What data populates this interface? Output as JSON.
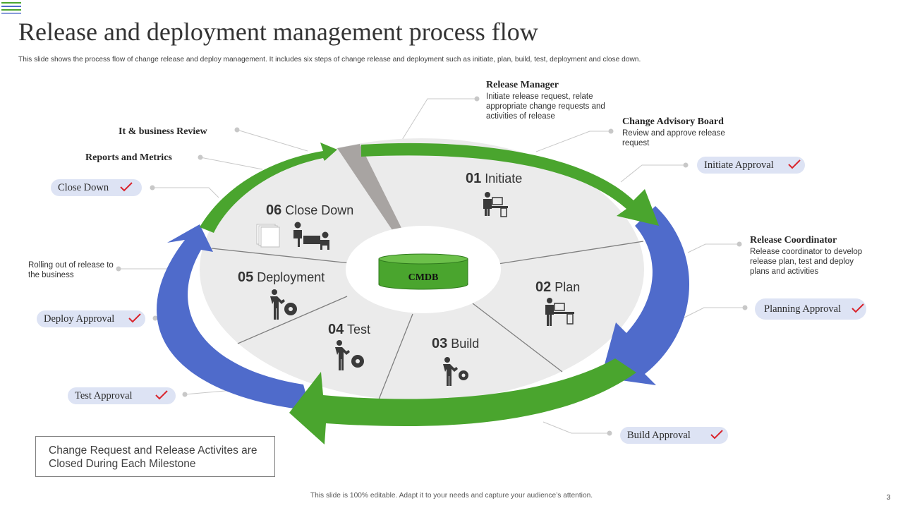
{
  "title": "Release and deployment management process flow",
  "subtitle": "This slide shows the process flow of change release and deploy management.  It includes six steps of change release and deployment such as initiate, plan, build, test, deployment and close down.",
  "center_label": "CMDB",
  "steps": [
    {
      "number": "01",
      "label": "Initiate"
    },
    {
      "number": "02",
      "label": "Plan"
    },
    {
      "number": "03",
      "label": "Build"
    },
    {
      "number": "04",
      "label": "Test"
    },
    {
      "number": "05",
      "label": "Deployment"
    },
    {
      "number": "06",
      "label": "Close Down"
    }
  ],
  "roles": [
    {
      "title": "Release Manager",
      "description": "Initiate release request, relate appropriate change requests and activities of release"
    },
    {
      "title": "Change Advisory Board",
      "description": "Review and approve release request"
    },
    {
      "title": "Release Coordinator",
      "description": "Release coordinator to develop release plan, test and deploy plans and activities"
    }
  ],
  "left_labels": {
    "it_business_review": "It & business Review",
    "reports_metrics": "Reports and Metrics",
    "rolling_out": "Rolling out of release to the business"
  },
  "approvals": {
    "initiate": "Initiate Approval",
    "planning": "Planning Approval",
    "build": "Build Approval",
    "test": "Test Approval",
    "deploy": "Deploy Approval",
    "close_down": "Close Down"
  },
  "note": "Change Request and Release Activites are Closed During Each Milestone",
  "footer": "This slide is 100% editable.  Adapt it to your needs and capture your audience’s attention.",
  "page_number": "3",
  "colors": {
    "green": "#4aa52e",
    "blue": "#4f6bcb",
    "ring": "#ebebeb",
    "wedge": "#a8a4a2",
    "check": "#d9242c",
    "pill": "#dde3f4"
  }
}
